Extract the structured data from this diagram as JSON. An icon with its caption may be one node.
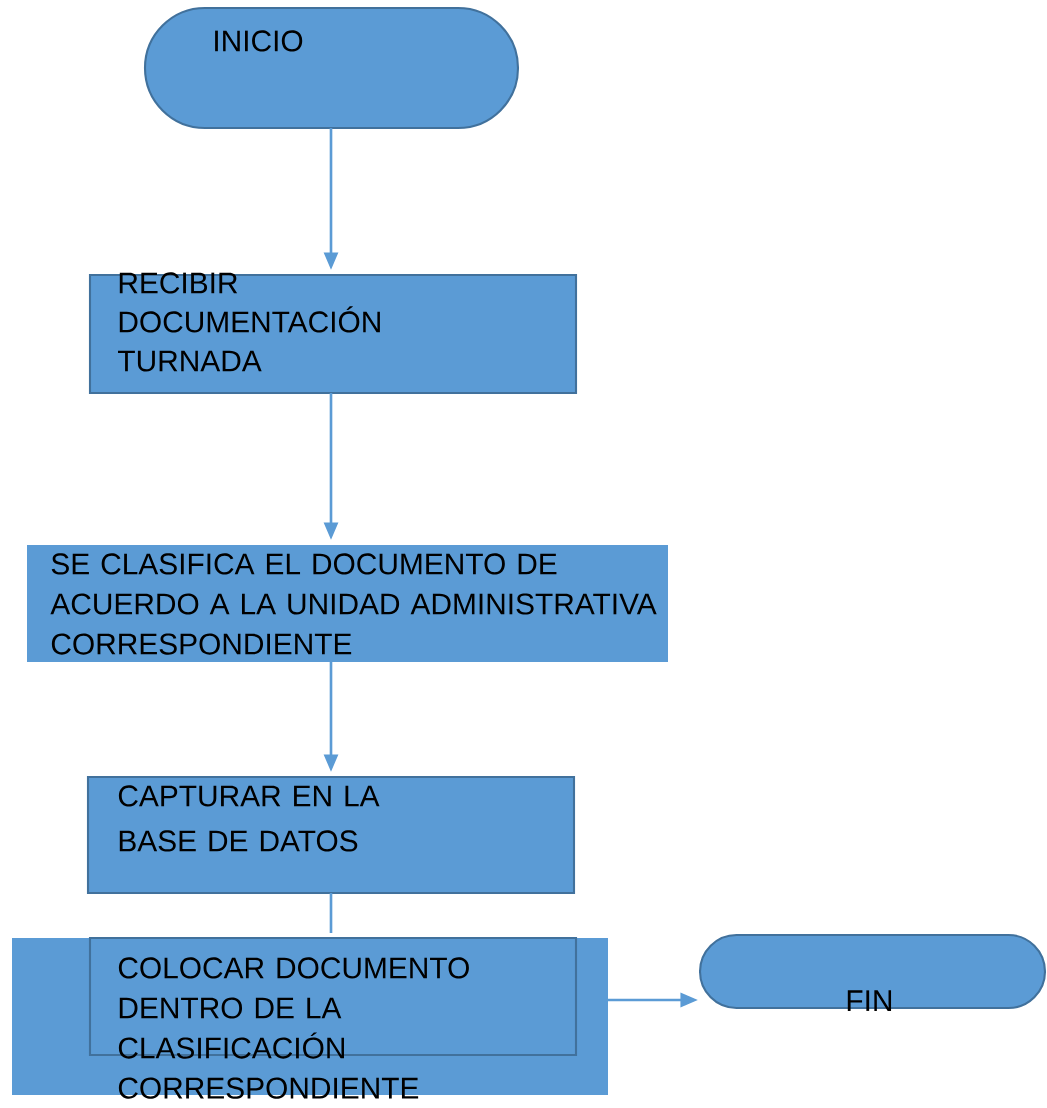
{
  "diagram": {
    "nodes": [
      {
        "text": [
          "INICIO"
        ]
      },
      {
        "text": [
          "RECIBIR DOCUMENTACIÓN TURNADA"
        ]
      },
      {
        "text": [
          "SE CLASIFICA EL DOCUMENTO DE ACUERDO A LA UNIDAD ADMINISTRATIVA CORRESPONDIENTE"
        ]
      },
      {
        "text": [
          "CAPTURAR EN LA BASE DE DATOS"
        ]
      },
      {
        "text": [
          "COLOCAR DOCUMENTO DENTRO DE LA CLASIFICACIÓN CORRESPONDIENTE"
        ]
      },
      {
        "text": [
          "FIN"
        ]
      }
    ],
    "edges": [
      {
        "from": 0,
        "to": 1,
        "arrow": "to"
      },
      {
        "from": 1,
        "to": 2,
        "arrow": "to"
      },
      {
        "from": 2,
        "to": 3,
        "arrow": "to"
      },
      {
        "from": 3,
        "to": 4,
        "arrow": "none"
      },
      {
        "from": 4,
        "to": 5,
        "arrow": "to"
      }
    ]
  }
}
